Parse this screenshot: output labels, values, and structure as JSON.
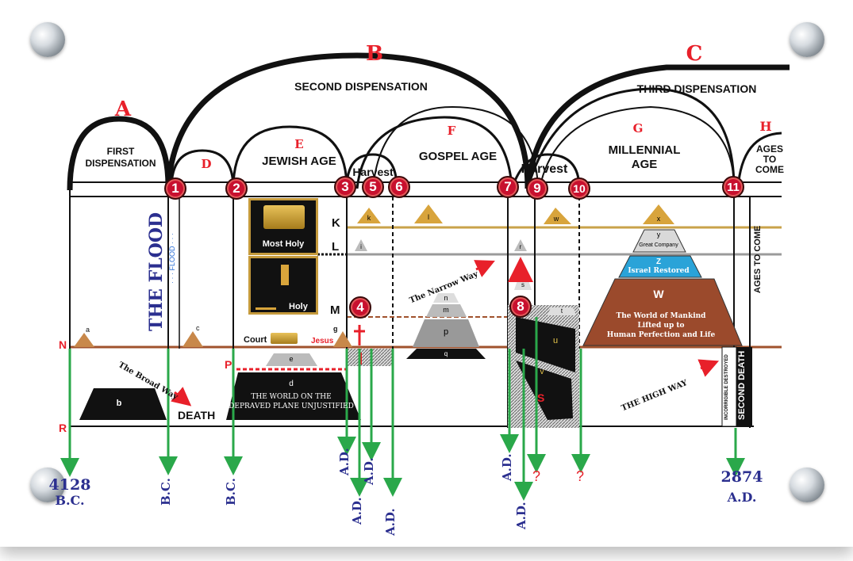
{
  "sections": {
    "A": "A",
    "B": "B",
    "C": "C",
    "D": "D",
    "E": "E",
    "F": "F",
    "G": "G",
    "H": "H"
  },
  "dispensations": {
    "first": "FIRST\nDISPENSATION",
    "second": "SECOND DISPENSATION",
    "third": "THIRD DISPENSATION"
  },
  "ages": {
    "jewish": "JEWISH AGE",
    "gospel": "GOSPEL AGE",
    "millennial": "MILLENNIAL\nAGE",
    "ages_to_come": "AGES\nTO\nCOME",
    "ages_to_come_vertical": "AGES TO COME"
  },
  "harvest": [
    "Harvest",
    "Harvest"
  ],
  "markers": [
    "1",
    "2",
    "3",
    "5",
    "6",
    "7",
    "9",
    "10",
    "11",
    "4",
    "8"
  ],
  "planes": {
    "K": "K",
    "L": "L",
    "M": "M",
    "N": "N",
    "P": "P",
    "R": "R"
  },
  "tabernacle": {
    "most_holy": "Most Holy",
    "holy": "Holy",
    "court": "Court",
    "jesus": "Jesus"
  },
  "flood": {
    "big": "THE FLOOD",
    "small": "· · · FLOOD · · ·"
  },
  "pyramids": {
    "a": "a",
    "b": "b",
    "c": "c",
    "d": "d",
    "e": "e",
    "g": "g",
    "i": "i",
    "k": "k",
    "l": "l",
    "m": "m",
    "n": "n",
    "p": "p",
    "q": "q",
    "r": "r",
    "s": "s",
    "t": "t",
    "u": "u",
    "v": "v",
    "w": "w",
    "x": "x",
    "y": "y",
    "z": "Z",
    "W": "W"
  },
  "labels": {
    "broad_way": "The Broad Way",
    "death": "DEATH",
    "narrow_way": "The Narrow Way",
    "high_way": "THE HIGH WAY",
    "world_depraved": "THE WORLD ON THE\nDEPRAVED PLANE UNJUSTIFIED",
    "great_company": "Great Company",
    "israel_restored": "Israel Restored",
    "world_mankind": "The World of Mankind\nLifted up to\nHuman Perfection and Life",
    "second_death": "SECOND DEATH",
    "incorrigible": "INCORRIGIBLE DESTROYED",
    "S": "S"
  },
  "dates": {
    "start_year": "4128",
    "start_era": "B.C.",
    "end_year": "2874",
    "end_era": "A.D.",
    "bc": "B.C.",
    "ad": "A.D.",
    "question": "?"
  },
  "colors": {
    "accent_red": "#e8202a",
    "label_blue": "#2b2f8f",
    "arrow_green": "#2aa84a",
    "plane_N": "#a0522d",
    "plane_K": "#c9a24a",
    "plane_L": "#9b9b9b"
  }
}
